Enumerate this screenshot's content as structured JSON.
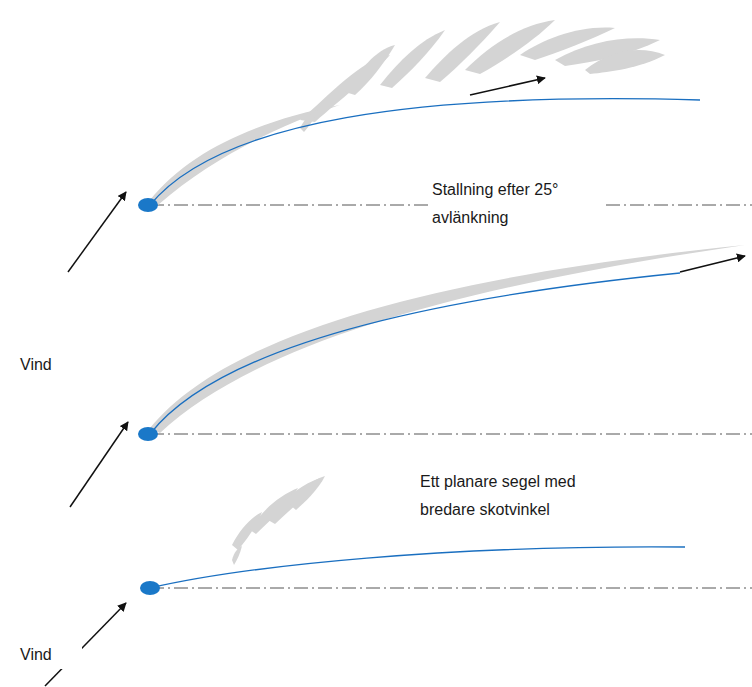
{
  "diagram": {
    "labels": [
      "Stallning efter 25° avlänkning",
      "Vind",
      "Ett planare segel med bredare skotvinkel",
      "Vind"
    ]
  }
}
